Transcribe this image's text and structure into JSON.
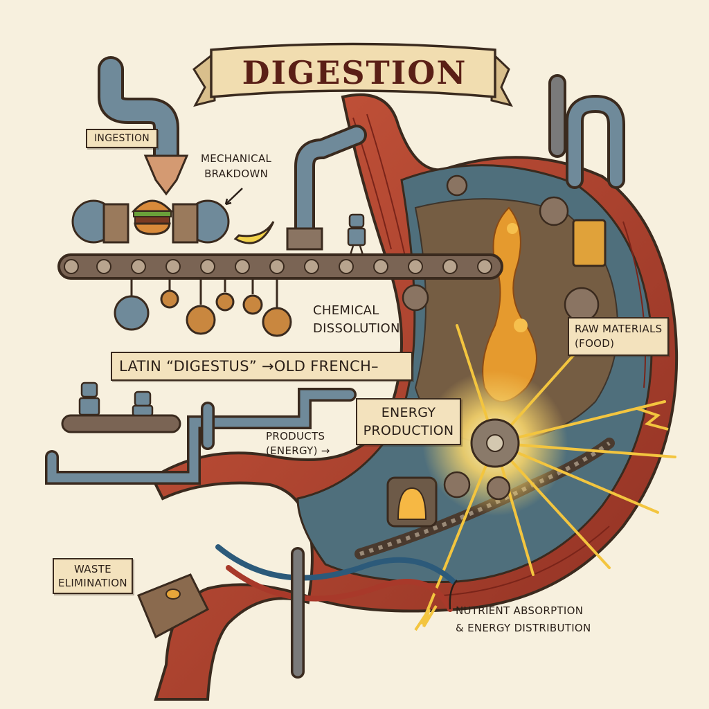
{
  "title": "DIGESTION",
  "labels": {
    "ingestion": "INGESTION",
    "mechanical": "MECHANICAL\nBRAKDOWN",
    "chemical": "CHEMICAL\nDISSOLUTION",
    "etymology": "LATIN “DIGESTUS” →OLD FRENCH–",
    "energy_production": "ENERGY\nPRODUCTION",
    "products": "PRODUCTS\n(ENERGY) →",
    "raw_materials": "RAW MATERIALS\n(FOOD)",
    "waste": "WASTE\nELIMINATION",
    "nutrient": "NUTRIENT ABSORPTION\n& ENERGY DISTRIBUTION"
  },
  "colors": {
    "background": "#f7f0de",
    "banner": "#f1ddb0",
    "title_ink": "#5a1f16",
    "stomach_wall": "#b8462f",
    "stomach_inner": "#4f6f7c",
    "pipe": "#6f8a9a",
    "energy_glow": "#f5d36b"
  }
}
